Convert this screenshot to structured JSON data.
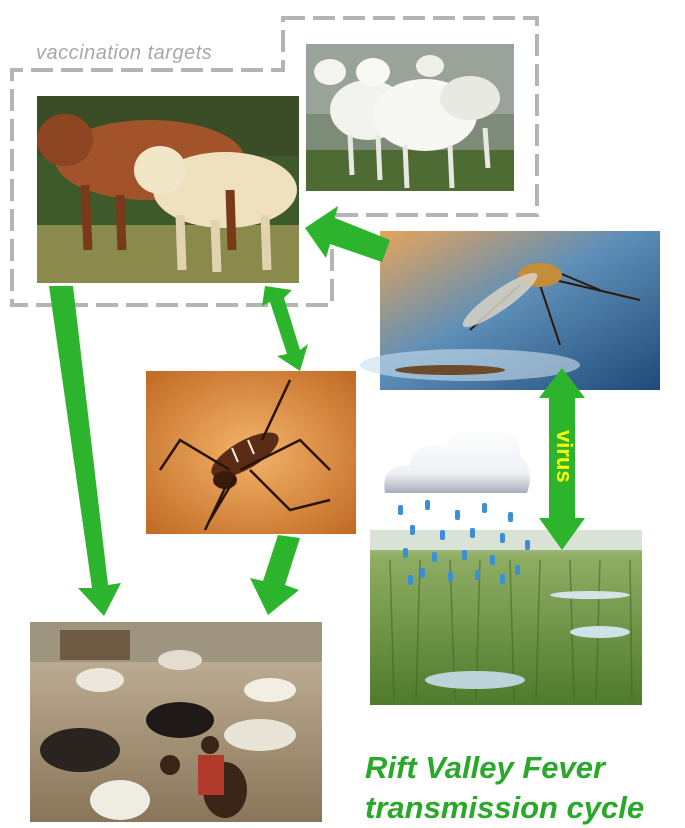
{
  "labels": {
    "vaccination_targets": "vaccination targets",
    "virus": "virus",
    "title_line1": "Rift Valley Fever",
    "title_line2": "transmission cycle"
  },
  "nodes": [
    {
      "id": "sheep",
      "depicts": "white sheep in a field"
    },
    {
      "id": "cattle",
      "depicts": "brown and cream cattle"
    },
    {
      "id": "mosquito_egg",
      "depicts": "mosquito laying eggs on water"
    },
    {
      "id": "aedes_mosquito",
      "depicts": "striped mosquito biting skin"
    },
    {
      "id": "flooded_grassland",
      "depicts": "flooded grassland with rain cloud"
    },
    {
      "id": "herd_camp",
      "depicts": "herders with resting cattle herd"
    }
  ],
  "edges": [
    {
      "from": "mosquito_egg",
      "to": "cattle",
      "style": "single-arrow"
    },
    {
      "from": "cattle",
      "to": "aedes_mosquito",
      "style": "double-arrow"
    },
    {
      "from": "mosquito_egg",
      "to": "flooded_grassland",
      "style": "double-arrow",
      "label": "virus"
    },
    {
      "from": "cattle",
      "to": "herd_camp",
      "style": "single-arrow"
    },
    {
      "from": "aedes_mosquito",
      "to": "herd_camp",
      "style": "single-arrow"
    }
  ],
  "colors": {
    "arrow": "#2cb52c",
    "dashed_box": "#b4b4b4",
    "title": "#29a829",
    "virus_text": "#ffff00",
    "rain": "#3a8fd8"
  }
}
